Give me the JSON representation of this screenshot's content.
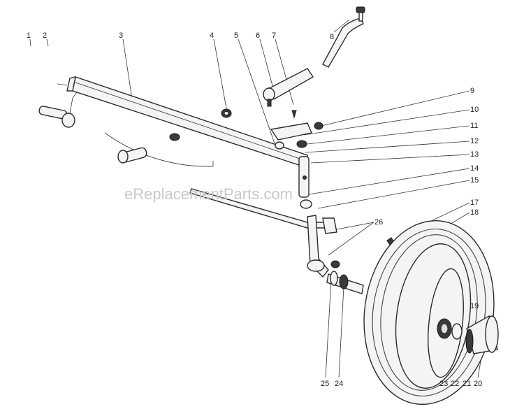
{
  "watermark": "eReplacementParts.com",
  "labels": [
    "1",
    "2",
    "3",
    "4",
    "5",
    "6",
    "7",
    "8",
    "9",
    "10",
    "11",
    "12",
    "13",
    "14",
    "15",
    "17",
    "18",
    "19",
    "20",
    "21",
    "22",
    "23",
    "24",
    "25",
    "26"
  ]
}
